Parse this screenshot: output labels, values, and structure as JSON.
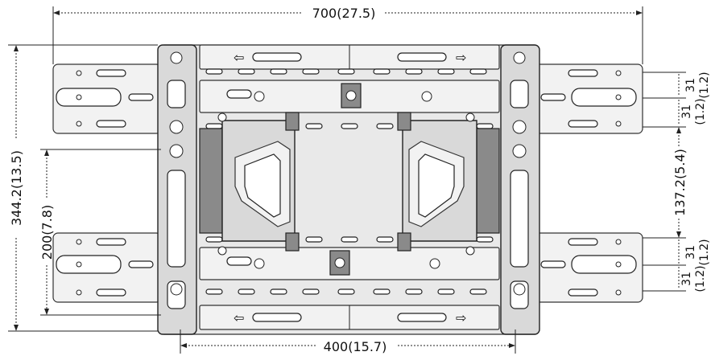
{
  "dimensions": {
    "total_width": "700(27.5)",
    "inner_width": "400(15.7)",
    "total_height": "344.2(13.5)",
    "inner_height": "200(7.8)",
    "center_spacing": "137.2(5.4)",
    "top_offset_mm": "31",
    "top_offset_in": "(1.2)",
    "top_offset2_mm": "31",
    "top_offset2_in": "(1.2)",
    "bottom_offset_mm": "31",
    "bottom_offset_in": "(1.2)",
    "bottom_offset2_mm": "31",
    "bottom_offset2_in": "(1.2)"
  },
  "arrows": {
    "left": "⇦",
    "right": "⇨"
  }
}
